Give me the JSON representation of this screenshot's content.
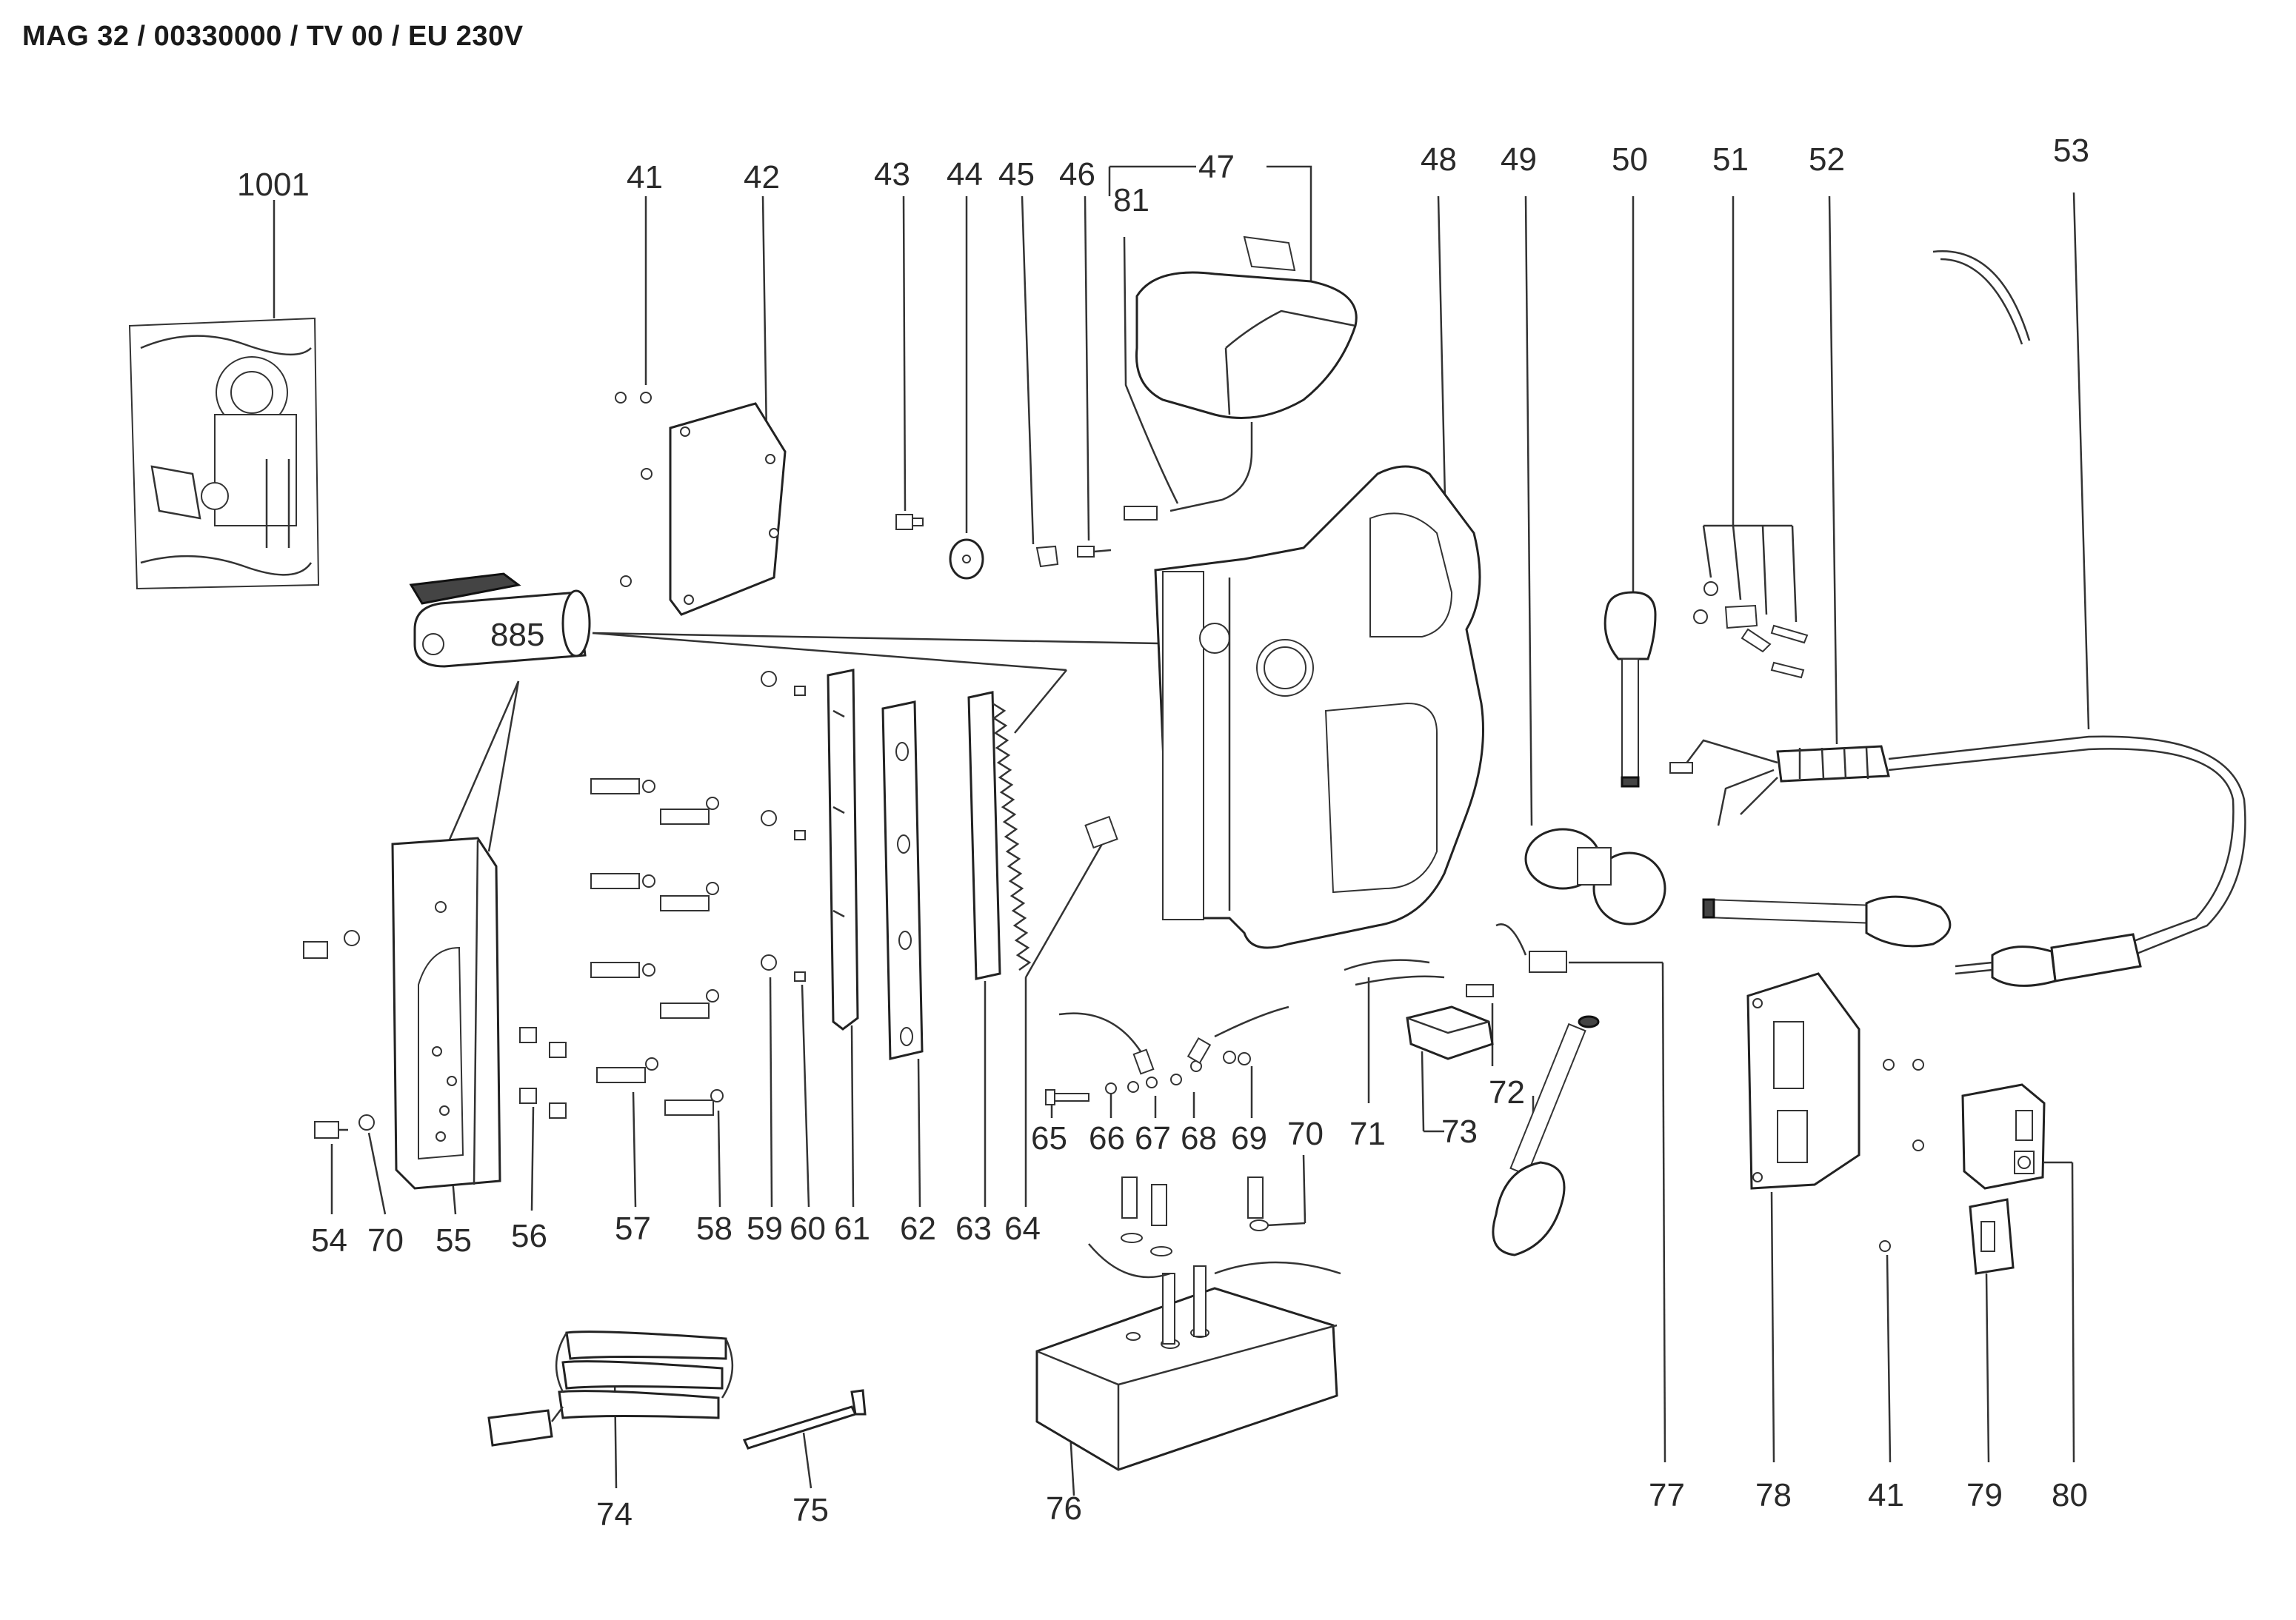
{
  "header": {
    "title": "MAG 32 / 00330000 / TV 00 / EU 230V"
  },
  "part_numbers": {
    "p1001": "1001",
    "p41a": "41",
    "p42": "42",
    "p43": "43",
    "p44": "44",
    "p45": "45",
    "p46": "46",
    "p47": "47",
    "p81": "81",
    "p48": "48",
    "p49": "49",
    "p50": "50",
    "p51": "51",
    "p52": "52",
    "p53": "53",
    "p885": "885",
    "p54": "54",
    "p70a": "70",
    "p55": "55",
    "p56": "56",
    "p57": "57",
    "p58": "58",
    "p59": "59",
    "p60": "60",
    "p61": "61",
    "p62": "62",
    "p63": "63",
    "p64": "64",
    "p65": "65",
    "p66": "66",
    "p67": "67",
    "p68": "68",
    "p69": "69",
    "p70b": "70",
    "p71": "71",
    "p72": "72",
    "p73": "73",
    "p74": "74",
    "p75": "75",
    "p76": "76",
    "p77": "77",
    "p78": "78",
    "p41b": "41",
    "p79": "79",
    "p80": "80"
  },
  "colors": {
    "line": "#333333",
    "paper": "#ffffff",
    "text": "#2a2a2a"
  }
}
